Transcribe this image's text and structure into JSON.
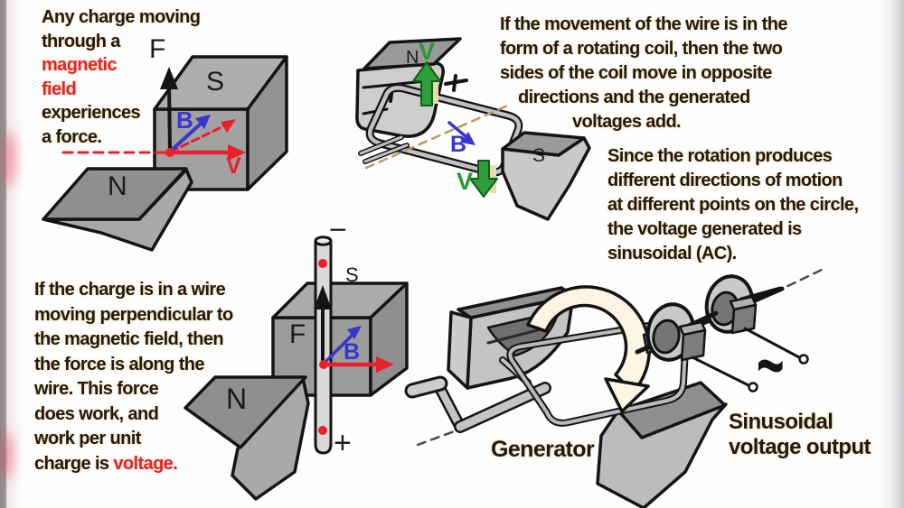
{
  "colors": {
    "accent_red": "#e8202a",
    "accent_blue": "#3a35cc",
    "accent_green": "#2e9e38",
    "text": "#231a0d",
    "magnet_gray": "#a8a8a8"
  },
  "panels": {
    "charge_force": {
      "lines": [
        "Any charge moving",
        "through a",
        "magnetic",
        "field",
        "experiences",
        "a force."
      ],
      "labels": {
        "force": "F",
        "south_pole": "S",
        "magnetic_field": "B",
        "velocity": "V",
        "north_pole": "N"
      }
    },
    "rotating_coil": {
      "lines": [
        "If the  movement of the wire is in the",
        "form of a rotating coil, then the two",
        "sides of the coil move in opposite",
        "directions and the generated",
        "voltages add."
      ],
      "labels": {
        "north_pole": "N",
        "velocity_up": "V",
        "magnetic_field": "B",
        "velocity_down": "V",
        "south_pole": "S"
      }
    },
    "rotation_sinusoidal": {
      "lines": [
        "Since the rotation produces",
        "different directions of motion",
        "at different points on the circle,",
        "the voltage generated is",
        "sinusoidal (AC)."
      ]
    },
    "wire_voltage": {
      "lines": [
        "If the charge is in a wire",
        "moving perpendicular to",
        "the magnetic field, then",
        "the force is along the",
        "wire. This force",
        "does work, and",
        "work per unit"
      ],
      "last_line": {
        "prefix": "charge is ",
        "highlight": "voltage."
      },
      "labels": {
        "minus": "−",
        "plus": "+",
        "south_pole": "S",
        "force": "F",
        "magnetic_field": "B",
        "north_pole": "N"
      }
    },
    "generator": {
      "caption": "Generator",
      "output_caption_line1": "Sinusoidal",
      "output_caption_line2": "voltage output",
      "sine_symbol": "~"
    }
  }
}
